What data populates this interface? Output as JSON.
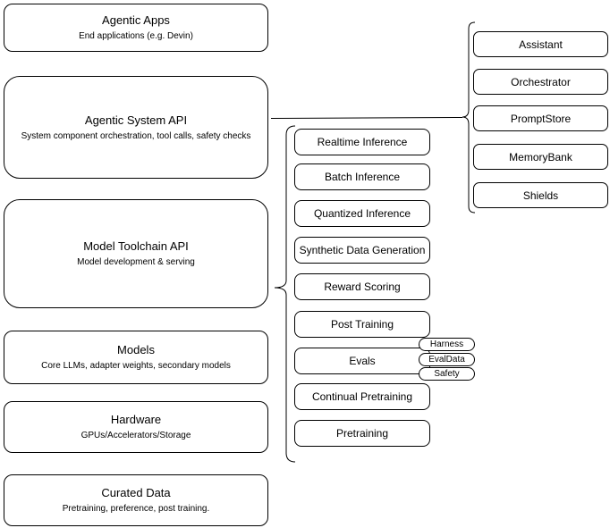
{
  "stack": [
    {
      "title": "Agentic Apps",
      "subtitle": "End applications (e.g. Devin)"
    },
    {
      "title": "Agentic System API",
      "subtitle": "System component orchestration, tool calls, safety checks"
    },
    {
      "title": "Model Toolchain API",
      "subtitle": "Model development & serving"
    },
    {
      "title": "Models",
      "subtitle": "Core LLMs, adapter weights, secondary models"
    },
    {
      "title": "Hardware",
      "subtitle": "GPUs/Accelerators/Storage"
    },
    {
      "title": "Curated Data",
      "subtitle": "Pretraining, preference, post training."
    }
  ],
  "toolchain_items": [
    "Realtime Inference",
    "Batch Inference",
    "Quantized Inference",
    "Synthetic Data Generation",
    "Reward Scoring",
    "Post Training",
    "Evals",
    "Continual Pretraining",
    "Pretraining"
  ],
  "eval_tags": [
    "Harness",
    "EvalData",
    "Safety"
  ],
  "components": [
    "Assistant",
    "Orchestrator",
    "PromptStore",
    "MemoryBank",
    "Shields"
  ],
  "colors": {
    "stroke": "#000000",
    "fill": "#ffffff",
    "text": "#000000"
  }
}
